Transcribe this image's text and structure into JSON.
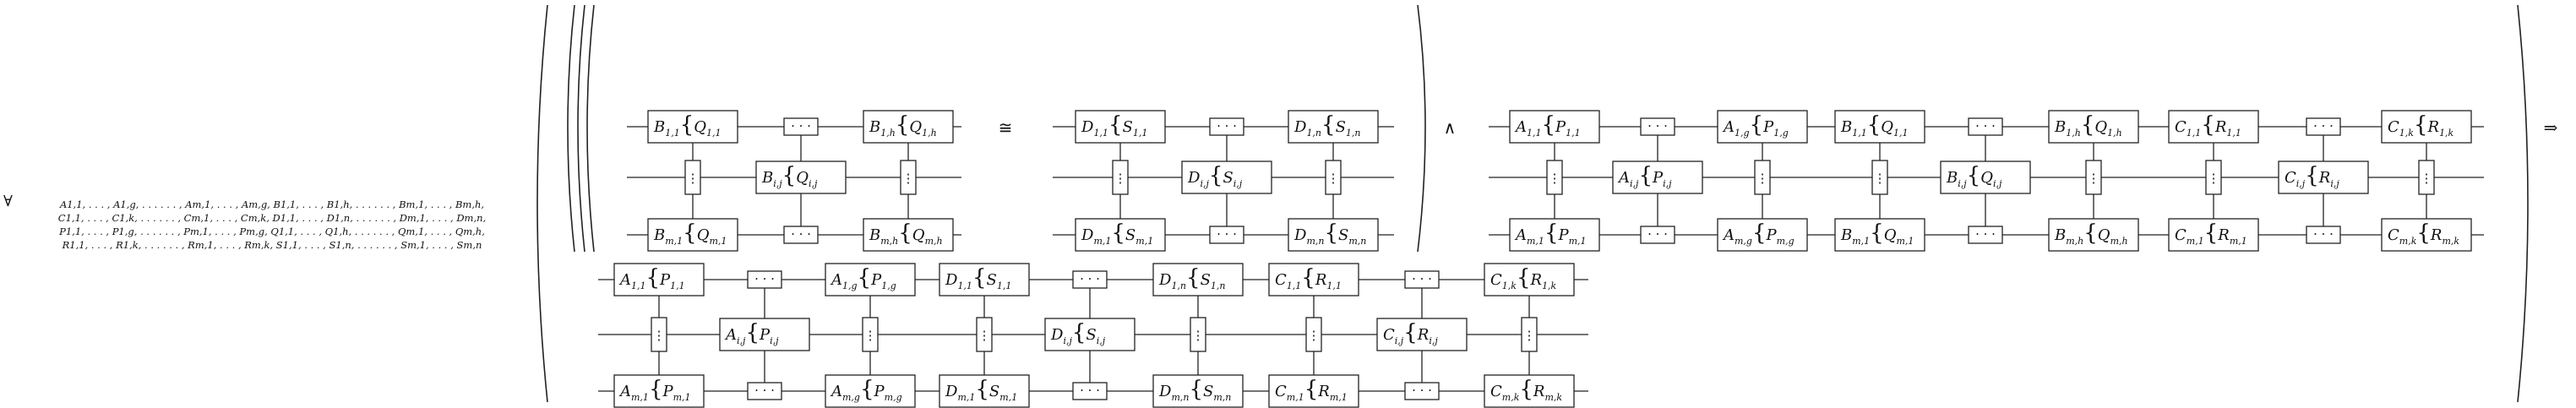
{
  "quantifier": "∀",
  "index_list": [
    "A1,1, . . . , A1,g, . . . . . . , Am,1, . . . , Am,g, B1,1, . . . , B1,h, . . . . . . , Bm,1, . . . , Bm,h,",
    "C1,1, . . . , C1,k, . . . . . . , Cm,1, . . . , Cm,k, D1,1, . . . , D1,n, . . . . . . , Dm,1, . . . , Dm,n,",
    "P1,1, . . . , P1,g, . . . . . . , Pm,1, . . . , Pm,g, Q1,1, . . . , Q1,h, . . . . . . , Qm,1, . . . , Qm,h,",
    "R1,1, . . . , R1,k, . . . . . . , Rm,1, . . . , Rm,k, S1,1, . . . , S1,n, . . . . . . , Sm,1, . . . , Sm,n"
  ],
  "symbols": {
    "iso": "≅",
    "and": "∧",
    "implies": "⇒",
    "hdots": "· · ·",
    "vdots": "⋮",
    "brace": "{"
  },
  "diagrams": [
    {
      "id": "BQ",
      "cells": [
        {
          "g": "B",
          "gs": "1,1",
          "l": "Q",
          "ls": "1,1"
        },
        {
          "g": "B",
          "gs": "1,h",
          "l": "Q",
          "ls": "1,h"
        },
        {
          "g": "B",
          "gs": "i,j",
          "l": "Q",
          "ls": "i,j"
        },
        {
          "g": "B",
          "gs": "m,1",
          "l": "Q",
          "ls": "m,1"
        },
        {
          "g": "B",
          "gs": "m,h",
          "l": "Q",
          "ls": "m,h"
        }
      ]
    },
    {
      "id": "DS",
      "cells": [
        {
          "g": "D",
          "gs": "1,1",
          "l": "S",
          "ls": "1,1"
        },
        {
          "g": "D",
          "gs": "1,n",
          "l": "S",
          "ls": "1,n"
        },
        {
          "g": "D",
          "gs": "i,j",
          "l": "S",
          "ls": "i,j"
        },
        {
          "g": "D",
          "gs": "m,1",
          "l": "S",
          "ls": "m,1"
        },
        {
          "g": "D",
          "gs": "m,n",
          "l": "S",
          "ls": "m,n"
        }
      ]
    },
    {
      "id": "AP",
      "cells": [
        {
          "g": "A",
          "gs": "1,1",
          "l": "P",
          "ls": "1,1"
        },
        {
          "g": "A",
          "gs": "1,g",
          "l": "P",
          "ls": "1,g"
        },
        {
          "g": "A",
          "gs": "i,j",
          "l": "P",
          "ls": "i,j"
        },
        {
          "g": "A",
          "gs": "m,1",
          "l": "P",
          "ls": "m,1"
        },
        {
          "g": "A",
          "gs": "m,g",
          "l": "P",
          "ls": "m,g"
        }
      ]
    },
    {
      "id": "CR",
      "cells": [
        {
          "g": "C",
          "gs": "1,1",
          "l": "R",
          "ls": "1,1"
        },
        {
          "g": "C",
          "gs": "1,k",
          "l": "R",
          "ls": "1,k"
        },
        {
          "g": "C",
          "gs": "i,j",
          "l": "R",
          "ls": "i,j"
        },
        {
          "g": "C",
          "gs": "m,1",
          "l": "R",
          "ls": "m,1"
        },
        {
          "g": "C",
          "gs": "m,k",
          "l": "R",
          "ls": "m,k"
        }
      ]
    }
  ]
}
